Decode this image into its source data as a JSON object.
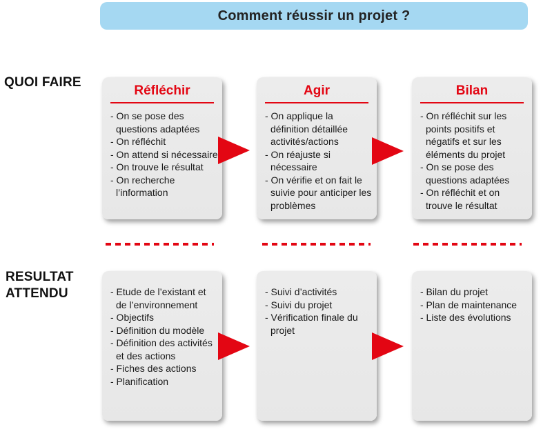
{
  "title": "Comment réussir un projet ?",
  "colors": {
    "accent_red": "#e30613",
    "title_blue": "#a5d8f2",
    "box_gray": "#e9e9e9",
    "text_dark": "#1a1a1a"
  },
  "row_labels": {
    "quoi_faire": "QUOI FAIRE",
    "resultat_attendu": "RESULTAT\nATTENDU"
  },
  "quoi_faire_row": {
    "boxes": [
      {
        "title": "Réfléchir",
        "items": [
          "- On se pose des questions adaptées",
          "- On réfléchit",
          "- On attend si nécessaire",
          "- On trouve le résultat",
          "- On recherche l’information"
        ]
      },
      {
        "title": "Agir",
        "items": [
          "- On applique la définition détaillée activités/actions",
          "- On réajuste si nécessaire",
          "- On vérifie et on fait le suivie pour anticiper les problèmes"
        ]
      },
      {
        "title": "Bilan",
        "items": [
          "- On réfléchit sur les points positifs et négatifs et sur les éléments du projet",
          "- On se pose des questions adaptées",
          "- On réfléchit et on trouve le résultat"
        ]
      }
    ]
  },
  "resultat_row": {
    "boxes": [
      {
        "items": [
          "- Etude de l’existant et de l’environnement",
          "- Objectifs",
          "- Définition du modèle",
          "- Définition des activités et des actions",
          "- Fiches des actions",
          "- Planification"
        ]
      },
      {
        "items": [
          "- Suivi d’activités",
          "- Suivi du projet",
          "- Vérification finale du projet"
        ]
      },
      {
        "items": [
          "- Bilan du projet",
          "- Plan de maintenance",
          "- Liste des évolutions"
        ]
      }
    ]
  }
}
